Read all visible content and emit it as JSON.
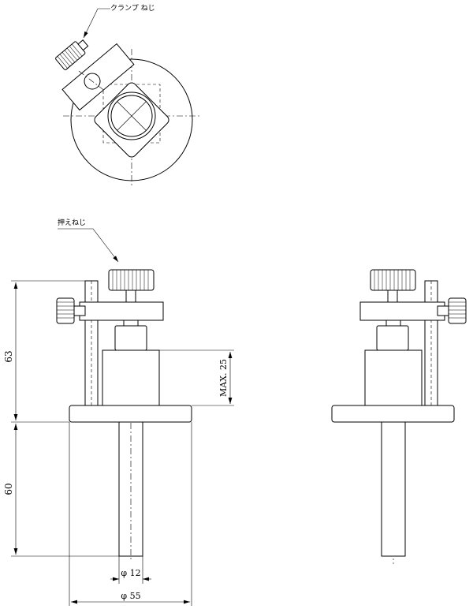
{
  "labels": {
    "clamp_screw": "クランプ ねじ",
    "press_screw": "押えねじ"
  },
  "dimensions": {
    "height_upper": "63",
    "height_lower": "60",
    "max_travel": "MAX. 25",
    "shaft_dia": "φ 12",
    "flange_dia": "φ 55"
  }
}
